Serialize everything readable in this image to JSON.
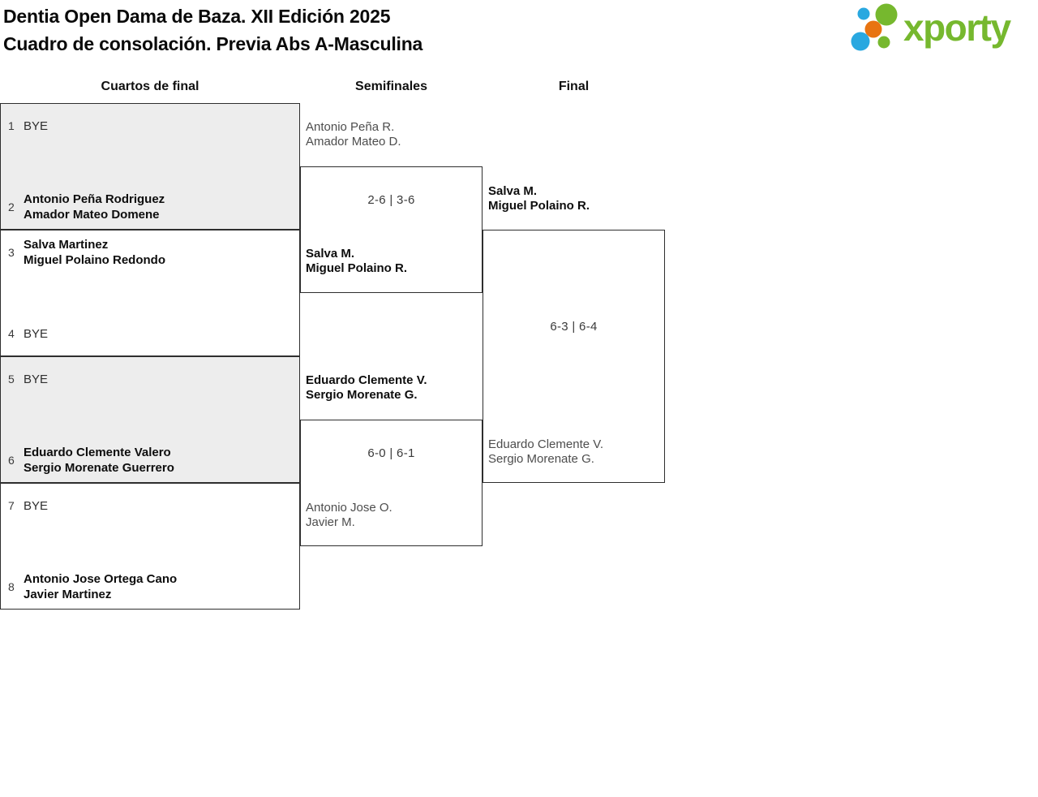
{
  "header": {
    "title_line1": "Dentia Open Dama de Baza. XII Edición 2025",
    "title_line2": "Cuadro de consolación. Previa Abs A-Masculina",
    "logo_text": "xporty"
  },
  "colors": {
    "logo_green": "#76b82e",
    "logo_blue": "#29a8e0",
    "logo_orange": "#e87411",
    "box_alt_fill": "#ededed",
    "border": "#2e2e2e"
  },
  "rounds": {
    "r1": "Cuartos de final",
    "r2": "Semifinales",
    "r3": "Final"
  },
  "bracket": {
    "quarterfinals": [
      {
        "entries": [
          {
            "seed": "1",
            "line1": "BYE",
            "winner": false
          },
          {
            "seed": "2",
            "line1": "Antonio Peña Rodriguez",
            "line2": "Amador Mateo Domene",
            "winner": true
          }
        ]
      },
      {
        "entries": [
          {
            "seed": "3",
            "line1": "Salva Martinez",
            "line2": "Miguel Polaino Redondo",
            "winner": true
          },
          {
            "seed": "4",
            "line1": "BYE",
            "winner": false
          }
        ]
      },
      {
        "entries": [
          {
            "seed": "5",
            "line1": "BYE",
            "winner": false
          },
          {
            "seed": "6",
            "line1": "Eduardo Clemente Valero",
            "line2": "Sergio Morenate Guerrero",
            "winner": true
          }
        ]
      },
      {
        "entries": [
          {
            "seed": "7",
            "line1": "BYE",
            "winner": false
          },
          {
            "seed": "8",
            "line1": "Antonio Jose Ortega Cano",
            "line2": "Javier Martinez",
            "winner": true
          }
        ]
      }
    ],
    "semifinals": [
      {
        "score": "2-6 | 3-6",
        "team_top": {
          "line1": "Antonio Peña R.",
          "line2": "Amador Mateo D.",
          "winner": false
        },
        "team_bottom": {
          "line1": "Salva M.",
          "line2": "Miguel Polaino R.",
          "winner": true
        }
      },
      {
        "score": "6-0 | 6-1",
        "team_top": {
          "line1": "Eduardo Clemente V.",
          "line2": "Sergio Morenate G.",
          "winner": true
        },
        "team_bottom": {
          "line1": "Antonio Jose O.",
          "line2": "Javier M.",
          "winner": false
        }
      }
    ],
    "final": {
      "score": "6-3 | 6-4",
      "team_top": {
        "line1": "Salva M.",
        "line2": "Miguel Polaino R.",
        "winner": true
      },
      "team_bottom": {
        "line1": "Eduardo Clemente V.",
        "line2": "Sergio Morenate G.",
        "winner": false
      }
    }
  }
}
